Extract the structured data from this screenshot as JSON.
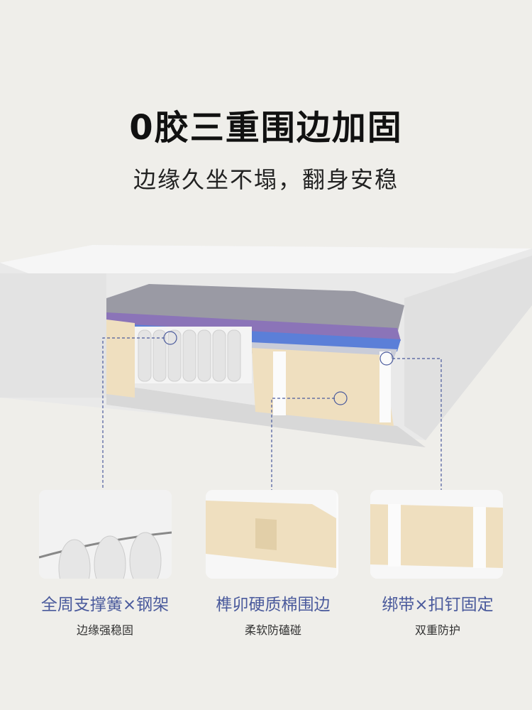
{
  "header": {
    "title": "0胶三重围边加固",
    "subtitle": "边缘久坐不塌，翻身安稳"
  },
  "features": [
    {
      "label": "全周支撑簧×钢架",
      "sub": "边缘强稳固"
    },
    {
      "label": "榫卯硬质棉围边",
      "sub": "柔软防磕碰"
    },
    {
      "label": "绑带×扣钉固定",
      "sub": "双重防护"
    }
  ],
  "colors": {
    "background": "#efeeea",
    "accent": "#4a5a9c",
    "foam": "#efdfbf",
    "memory_layer": "#5b7fd8"
  }
}
